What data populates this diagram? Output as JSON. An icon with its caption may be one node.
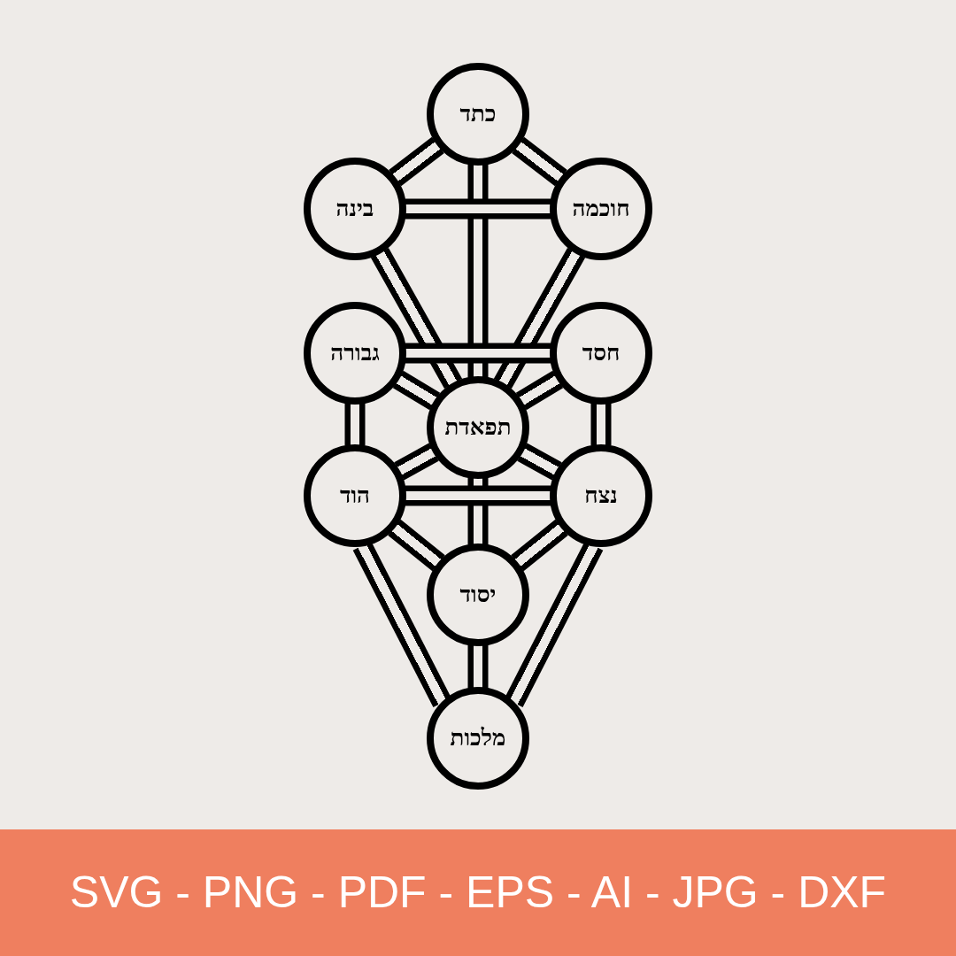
{
  "diagram": {
    "nodes": [
      {
        "text": [
          "כתד"
        ]
      },
      {
        "text": [
          "בינה"
        ]
      },
      {
        "text": [
          "חוכמה"
        ]
      },
      {
        "text": [
          "גבורה"
        ]
      },
      {
        "text": [
          "חסד"
        ]
      },
      {
        "text": [
          "תפאדת"
        ]
      },
      {
        "text": [
          "הוד"
        ]
      },
      {
        "text": [
          "נצח"
        ]
      },
      {
        "text": [
          "יסוד"
        ]
      },
      {
        "text": [
          "מלכות"
        ]
      },
      {
        "text": [
          "SVG - PNG - PDF - EPS - AI - JPG - DXF"
        ]
      }
    ],
    "edges": [
      {
        "from": 0,
        "to": 1,
        "arrow": "none"
      },
      {
        "from": 0,
        "to": 2,
        "arrow": "none"
      },
      {
        "from": 0,
        "to": 5,
        "arrow": "none"
      },
      {
        "from": 1,
        "to": 2,
        "arrow": "none"
      },
      {
        "from": 1,
        "to": 5,
        "arrow": "none"
      },
      {
        "from": 2,
        "to": 5,
        "arrow": "none"
      },
      {
        "from": 3,
        "to": 4,
        "arrow": "none"
      },
      {
        "from": 3,
        "to": 5,
        "arrow": "none"
      },
      {
        "from": 4,
        "to": 5,
        "arrow": "none"
      },
      {
        "from": 3,
        "to": 6,
        "arrow": "none"
      },
      {
        "from": 4,
        "to": 7,
        "arrow": "none"
      },
      {
        "from": 5,
        "to": 6,
        "arrow": "none"
      },
      {
        "from": 5,
        "to": 7,
        "arrow": "none"
      },
      {
        "from": 6,
        "to": 7,
        "arrow": "none"
      },
      {
        "from": 5,
        "to": 8,
        "arrow": "none"
      },
      {
        "from": 6,
        "to": 8,
        "arrow": "none"
      },
      {
        "from": 7,
        "to": 8,
        "arrow": "none"
      },
      {
        "from": 6,
        "to": 9,
        "arrow": "none"
      },
      {
        "from": 7,
        "to": 9,
        "arrow": "none"
      },
      {
        "from": 8,
        "to": 9,
        "arrow": "none"
      }
    ]
  }
}
